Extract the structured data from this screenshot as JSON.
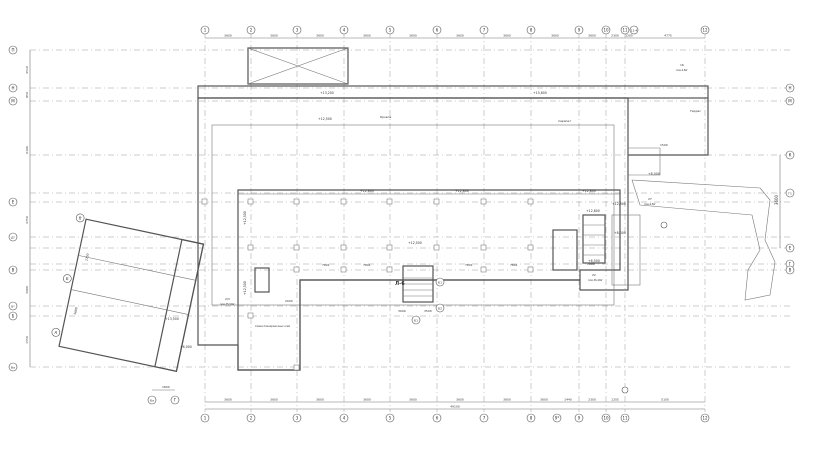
{
  "top_axes": [
    "1",
    "2",
    "3",
    "4",
    "5",
    "6",
    "7",
    "8",
    "9",
    "10",
    "11",
    "11-4",
    "12"
  ],
  "bottom_axes": [
    "1",
    "2",
    "3",
    "4",
    "5",
    "6",
    "7",
    "8",
    "9*",
    "9",
    "10",
    "11",
    "12"
  ],
  "left_axes": [
    "П",
    "Н",
    "М",
    "Е",
    "Д*",
    "В",
    "Б*",
    "Б",
    "Ва"
  ],
  "right_axes": [
    "Н",
    "М",
    "К",
    "Г1",
    "Е",
    "Г",
    "В"
  ],
  "top_dims": [
    "3600",
    "3600",
    "3600",
    "3600",
    "3600",
    "3600",
    "3600",
    "3600",
    "3600",
    "2300",
    "1205",
    "4775"
  ],
  "bottom_dims": [
    "3600",
    "3600",
    "3600",
    "3600",
    "3600",
    "3600",
    "3600",
    "3600",
    "1440",
    "2300",
    "1205",
    "5100"
  ],
  "overall_dim": "49100",
  "left_dims": [
    "4510",
    "850",
    "6100",
    "4750",
    "3600",
    "1550"
  ],
  "right_dims": [
    "3600"
  ],
  "elevations": {
    "roof_left": "+13,200",
    "roof_right": "+15,600",
    "upper": "+12,500",
    "mid_left": "+12,800",
    "mid_right": "+12,800",
    "center": "+12,500",
    "left_wing": "+13,500",
    "right_core": "+12,800",
    "right_core2": "+12,800",
    "stair_core": "+12,800",
    "wing_low": "+6,000",
    "wing_low2": "+6,500",
    "east_a": "+8,000",
    "east_b": "+8,000",
    "left_vert": "+12,500",
    "left_vert2": "+12,500"
  },
  "labels": {
    "stair": "Л-6",
    "stair_axis1": "Б1",
    "stair_axis2": "Б2",
    "stair_axis3": "Б1",
    "roof": "Кровля",
    "parapet": "парапет",
    "terrace": "Террас",
    "room_left": "2/3",
    "room_left_sub": "пом.35,50м²",
    "room_right": "22",
    "room_right_sub": "пом.36,40м²",
    "room_east": "27",
    "room_east_sub": "пом.4,8м²",
    "room_top_right": "16",
    "room_top_right_sub": "пом.4,8м²",
    "note": "Схема планировочных осей",
    "dim_7801": "7801",
    "dim_7801b": "7801",
    "dim_7801c": "7801",
    "dim_7801d": "7801",
    "dim_2000": "2000",
    "dim_3000": "3000",
    "dim_3500": "3500",
    "dim_1500": "1500",
    "dim_1800": "1800",
    "dim_2000b": "2000",
    "wing_axis_a": "А",
    "wing_axis_b": "Б",
    "wing_axis_c": "В",
    "wing_dim": "2750",
    "wing_dim2": "3600",
    "wing_axis_bottom1": "Ба",
    "wing_axis_bottom2": "Г"
  }
}
